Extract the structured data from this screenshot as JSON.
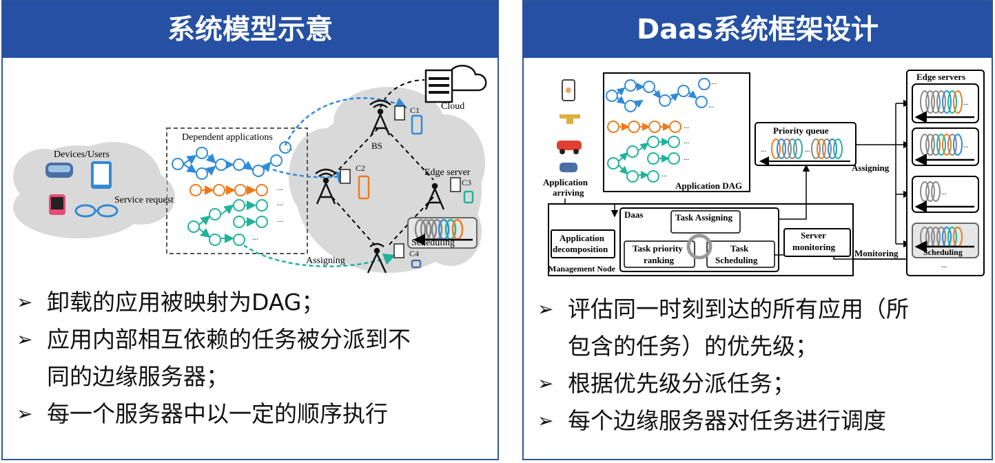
{
  "left": {
    "title": "系统模型示意",
    "diagram": {
      "devices_label": "Devices/Users",
      "service_request": "Service request",
      "dependent_apps": "Dependent applications",
      "bs": "BS",
      "cloud": "Cloud",
      "edge_server": "Edge server",
      "assigning": "Assigning",
      "scheduling": "Scheduling",
      "c1": "C1",
      "c2": "C2",
      "c3": "C3",
      "c4": "C4",
      "ellipsis": "..."
    },
    "bullets": [
      "卸载的应用被映射为DAG；",
      "应用内部相互依赖的任务被分派到不同的边缘服务器；",
      "每一个服务器中以一定的顺序执行"
    ],
    "bullet_lines": [
      [
        "卸载的应用被映射为DAG；"
      ],
      [
        "应用内部相互依赖的任务被分派到不",
        "同的边缘服务器；"
      ],
      [
        "每一个服务器中以一定的顺序执行"
      ]
    ]
  },
  "right": {
    "title": "Daas系统框架设计",
    "diagram": {
      "app_arriving_1": "Application",
      "app_arriving_2": "arriving",
      "app_dag": "Application DAG",
      "priority_queue": "Priority queue",
      "assigning": "Assigning",
      "edge_servers": "Edge servers",
      "monitoring": "Monitoring",
      "scheduling": "Scheduling",
      "daas": "Daas",
      "task_assigning": "Task Assigning",
      "task_priority_1": "Task priority",
      "task_priority_2": "ranking",
      "task_sched_1": "Task",
      "task_sched_2": "Scheduling",
      "app_decomp_1": "Application",
      "app_decomp_2": "decomposition",
      "server_mon_1": "Server",
      "server_mon_2": "monitoring",
      "mgmt_node": "Management Node",
      "ellipsis": "..."
    },
    "bullet_lines": [
      [
        "评估同一时刻到达的所有应用（所",
        "包含的任务）的优先级；"
      ],
      [
        "根据优先级分派任务；"
      ],
      [
        "每个边缘服务器对任务进行调度"
      ]
    ]
  },
  "colors": {
    "header_bg": "#2550a4",
    "border": "#2e5597",
    "blue_node": "#2f8ad8",
    "orange_node": "#f07a1a",
    "teal_node": "#1fb39a",
    "cloud_gray": "#d9d9d9"
  },
  "bullet_marker": "➢"
}
